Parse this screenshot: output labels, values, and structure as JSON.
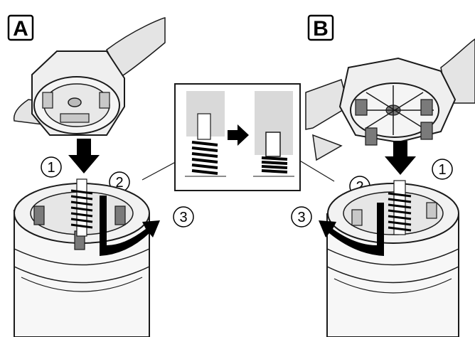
{
  "panels": {
    "left": {
      "tag": "A"
    },
    "right": {
      "tag": "B"
    }
  },
  "steps": {
    "left": [
      "1",
      "2",
      "3"
    ],
    "right": [
      "1",
      "2",
      "3"
    ]
  },
  "colors": {
    "line": "#1a1a1a",
    "fill_light": "#e4e4e4",
    "fill_mid": "#c8c8c8",
    "fill_dark": "#7a7a7a",
    "inset_bg": "#d9d9d9",
    "arrow": "#000000"
  },
  "icons": [
    "down-arrow-icon",
    "rotate-arrow-icon",
    "right-arrow-icon",
    "spring-icon"
  ]
}
